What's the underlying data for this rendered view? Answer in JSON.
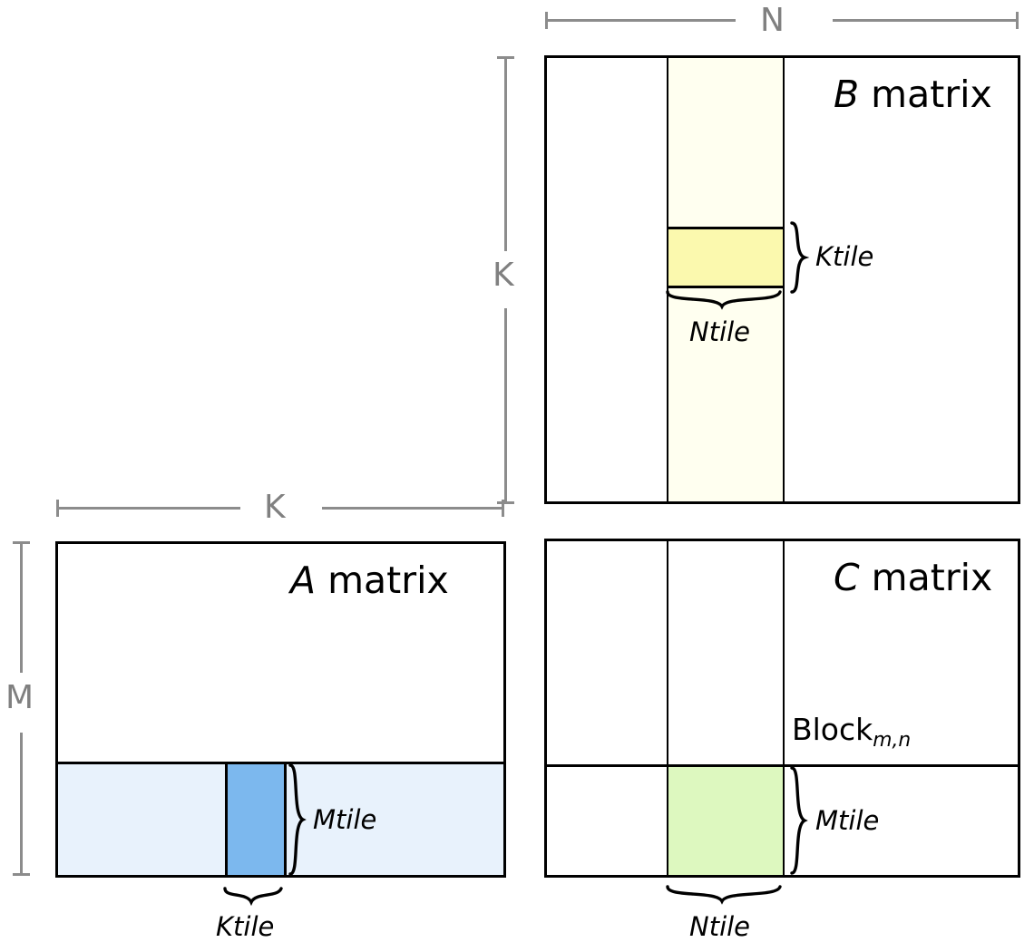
{
  "diagram": {
    "title_semantics": "matrix-multiplication-blocked-tiling",
    "matrices": {
      "a": {
        "label_italic": "A",
        "label_rest": " matrix",
        "band_color": "#e8f2fc",
        "tile_color": "#7cb8ee",
        "tile_caption_horizontal": "Ktile",
        "tile_caption_vertical": "Mtile"
      },
      "b": {
        "label_italic": "B",
        "label_rest": " matrix",
        "band_color": "#fffff0",
        "tile_color": "#fbf9ae",
        "tile_caption_horizontal": "Ntile",
        "tile_caption_vertical": "Ktile"
      },
      "c": {
        "label_italic": "C",
        "label_rest": " matrix",
        "band_color": "#ffffff",
        "tile_color": "#ddf8bf",
        "tile_caption_horizontal": "Ntile",
        "tile_caption_vertical": "Mtile",
        "block_label_base": "Block",
        "block_label_sub": "m,n"
      }
    },
    "dimensions": {
      "n_top": "N",
      "k_right": "K",
      "k_bottom": "K",
      "m_left": "M"
    },
    "colors": {
      "outline": "#000000",
      "dimension_gray": "#8c8c8c",
      "background": "#ffffff"
    }
  }
}
